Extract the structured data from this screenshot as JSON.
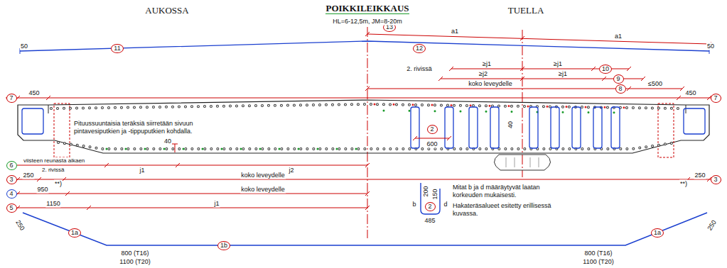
{
  "diagram": {
    "title": "POIKKILEIKKAUS",
    "nodes": [
      {
        "text": [
          "13"
        ]
      },
      {
        "text": [
          "12"
        ]
      },
      {
        "text": [
          "11"
        ]
      },
      {
        "text": [
          "10"
        ]
      },
      {
        "text": [
          "9"
        ]
      },
      {
        "text": [
          "8"
        ]
      },
      {
        "text": [
          "7"
        ]
      },
      {
        "text": [
          "7"
        ]
      },
      {
        "text": [
          "2"
        ]
      },
      {
        "text": [
          "6"
        ]
      },
      {
        "text": [
          "3"
        ]
      },
      {
        "text": [
          "3"
        ]
      },
      {
        "text": [
          "4"
        ]
      },
      {
        "text": [
          "5"
        ]
      },
      {
        "text": [
          "2"
        ]
      },
      {
        "text": [
          "1a"
        ]
      },
      {
        "text": [
          "1b"
        ]
      },
      {
        "text": [
          "1a"
        ]
      }
    ],
    "labels": [
      "AUKOSSA",
      "TUELLA",
      "HL=6-12,5m, JM=8-20m",
      "a1",
      "a1",
      "50",
      "50",
      "2. rivissä",
      "≥j1",
      "≥j1",
      "≥j2",
      "≥j1",
      "koko leveydelle",
      "≤500",
      "450",
      "450",
      "Pituussuuntaisia teräksiä siirretään sivuun pintavesiputkien ja -tippuputkien kohdalla.",
      "40",
      "600",
      "40",
      "viisteen reunasta alkaen",
      "2. rivissä",
      "j1",
      "j2",
      "250",
      "**)",
      "koko leveydelle",
      "250",
      "**)",
      "950",
      "koko leveydelle",
      "1150",
      "j1",
      "250",
      "800 (T16)",
      "1100 (T20)",
      "Mitat b ja d määräytyvät laatan korkeuden mukaisesti.",
      "Hakateräsalueet esitetty erillisessä kuvassa.",
      "200",
      "150",
      "b",
      "d",
      "485",
      "800 (T16)",
      "1100 (T20)",
      "250"
    ]
  }
}
